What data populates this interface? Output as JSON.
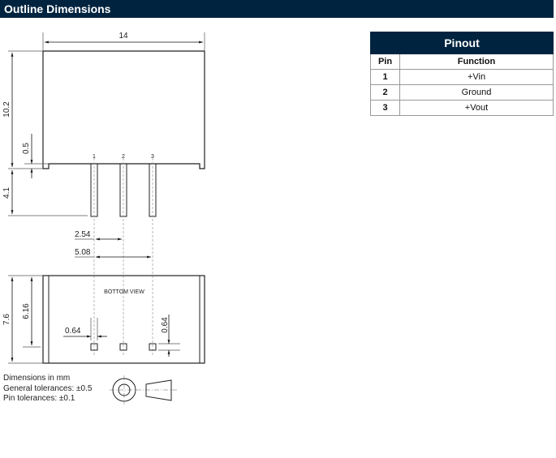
{
  "header": {
    "title": "Outline Dimensions"
  },
  "drawing": {
    "dims": {
      "width": "14",
      "height": "10.2",
      "standoff": "0.5",
      "pin_length": "4.1",
      "pitch1": "2.54",
      "pitch2": "5.08",
      "depth": "7.6",
      "pin_row": "6.16",
      "pin_w": "0.64",
      "pin_h": "0.64"
    },
    "pin_labels": [
      "1",
      "2",
      "3"
    ],
    "bottom_view": "BOTTOM VIEW"
  },
  "notes": [
    "Dimensions in mm",
    "General tolerances: ±0.5",
    "Pin tolerances: ±0.1"
  ],
  "pinout": {
    "title": "Pinout",
    "headers": [
      "Pin",
      "Function"
    ],
    "rows": [
      {
        "pin": "1",
        "function": "+Vin"
      },
      {
        "pin": "2",
        "function": "Ground"
      },
      {
        "pin": "3",
        "function": "+Vout"
      }
    ]
  }
}
